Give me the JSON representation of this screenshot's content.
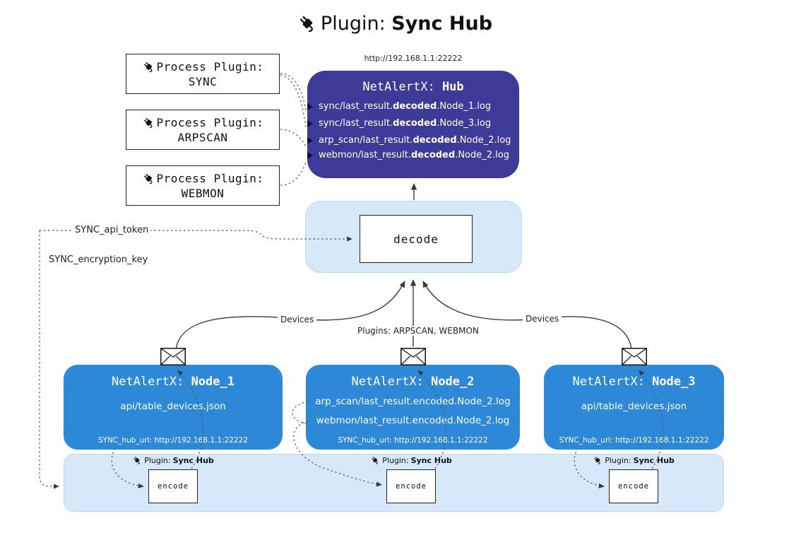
{
  "title": {
    "prefix": "Plugin: ",
    "name": "Sync Hub"
  },
  "process_plugins": [
    {
      "label": "Process Plugin:",
      "name": "SYNC"
    },
    {
      "label": "Process Plugin:",
      "name": "ARPSCAN"
    },
    {
      "label": "Process Plugin:",
      "name": "WEBMON"
    }
  ],
  "hub": {
    "url": "http://192.168.1.1:22222",
    "title_prefix": "NetAlertX: ",
    "title_name": "Hub",
    "logs": [
      {
        "pre": "sync/last_result.",
        "bold": "decoded",
        "post": ".Node_1.log"
      },
      {
        "pre": "sync/last_result.",
        "bold": "decoded",
        "post": ".Node_3.log"
      },
      {
        "pre": "arp_scan/last_result.",
        "bold": "decoded",
        "post": ".Node_2.log"
      },
      {
        "pre": "webmon/last_result.",
        "bold": "decoded",
        "post": ".Node_2.log"
      }
    ]
  },
  "decode_panel": {
    "label": "decode"
  },
  "config": {
    "api_token": "SYNC_api_token",
    "encryption_key": "SYNC_encryption_key"
  },
  "edge_labels": {
    "left": "Devices",
    "center": "Plugins: ARPSCAN, WEBMON",
    "right": "Devices"
  },
  "nodes": [
    {
      "title_prefix": "NetAlertX: ",
      "title_name": "Node_1",
      "lines": [
        "api/table_devices.json"
      ],
      "hub_url": "SYNC_hub_url: http://192.168.1.1:22222"
    },
    {
      "title_prefix": "NetAlertX: ",
      "title_name": "Node_2",
      "lines": [
        "arp_scan/last_result.encoded.Node_2.log",
        "webmon/last_result.encoded.Node_2.log"
      ],
      "hub_url": "SYNC_hub_url: http://192.168.1.1:22222"
    },
    {
      "title_prefix": "NetAlertX: ",
      "title_name": "Node_3",
      "lines": [
        "api/table_devices.json"
      ],
      "hub_url": "SYNC_hub_url: http://192.168.1.1:22222"
    }
  ],
  "encoders": [
    {
      "plugin_prefix": "Plugin: ",
      "plugin_name": "Sync Hub",
      "box_label": "encode"
    },
    {
      "plugin_prefix": "Plugin: ",
      "plugin_name": "Sync Hub",
      "box_label": "encode"
    },
    {
      "plugin_prefix": "Plugin: ",
      "plugin_name": "Sync Hub",
      "box_label": "encode"
    }
  ],
  "colors": {
    "hub_bg": "#3e3b98",
    "node_bg": "#2e88d8",
    "panel_bg": "#d7e9f9",
    "panel_border": "#bcd9f2"
  }
}
